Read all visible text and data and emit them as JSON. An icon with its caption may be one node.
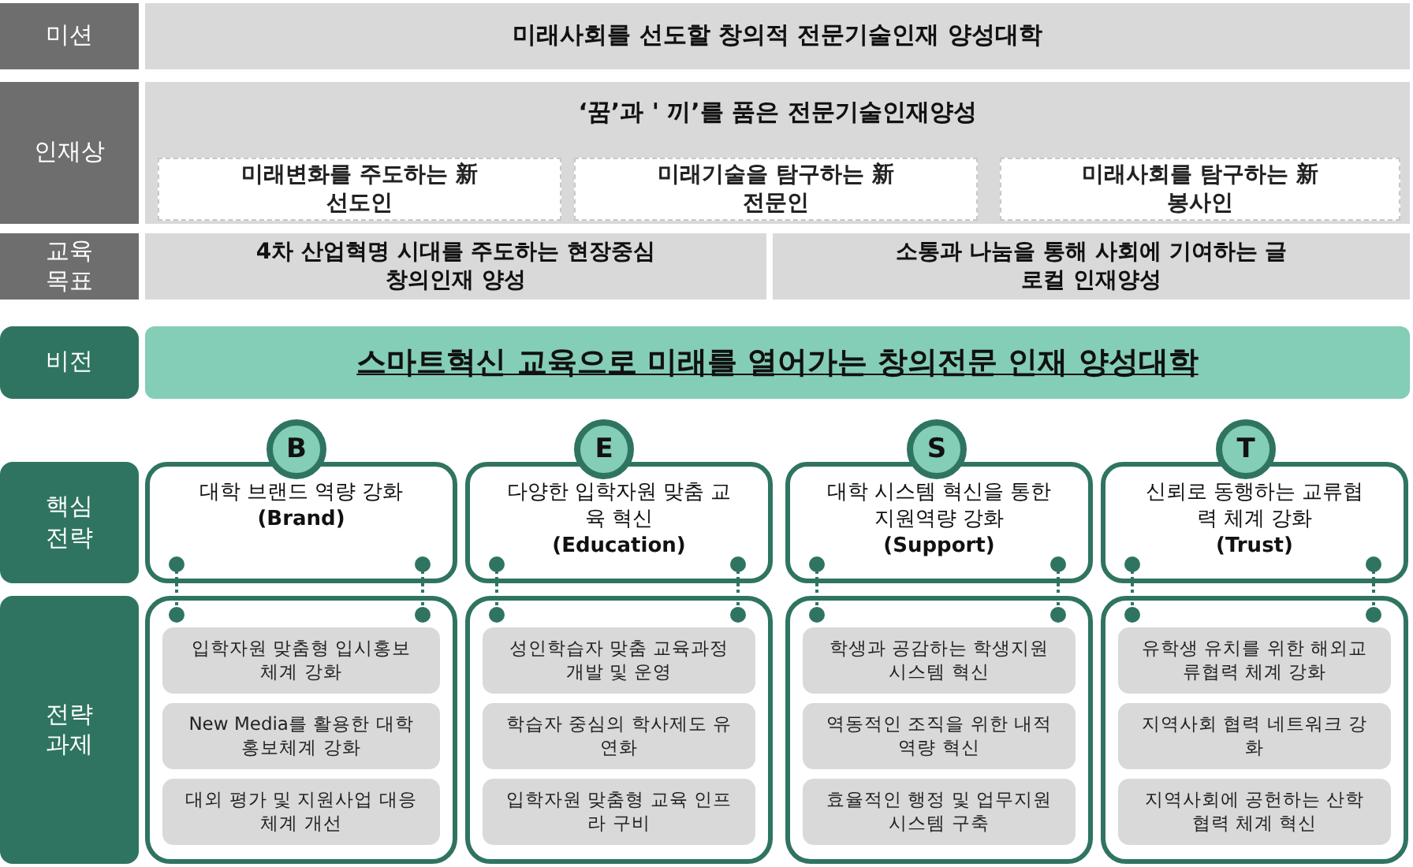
{
  "diagram": {
    "nodes": [
      {
        "text": [
          "미션"
        ]
      },
      {
        "text": [
          "미래사회를 선도할 창의적 전문기술인재 양성대학"
        ]
      },
      {
        "text": [
          "인재상"
        ]
      },
      {
        "text": [
          "‘꿈’과 ' 끼’를 품은 전문기술인재양성"
        ]
      },
      {
        "text": [
          "미래변화를 주도하는 新 선도인"
        ],
        "in": 3
      },
      {
        "text": [
          "미래기술을 탐구하는 新 전문인"
        ],
        "in": 3
      },
      {
        "text": [
          "미래사회를 탐구하는 新 봉사인"
        ],
        "in": 3
      },
      {
        "text": [
          "교육 목표"
        ]
      },
      {
        "text": [
          "4차 산업혁명 시대를 주도하는 현장중심 창의인재 양성"
        ]
      },
      {
        "text": [
          "소통과 나눔을 통해 사회에 기여하는 글로컬 인재양성"
        ]
      },
      {
        "text": [
          "비전"
        ]
      },
      {
        "text": [
          "스마트혁신 교육으로 미래를 열어가는 창의전문 인재 양성대학"
        ]
      },
      {
        "text": [
          "핵심 전략"
        ]
      },
      {
        "text": [
          "B"
        ]
      },
      {
        "text": [
          "대학 브랜드 역량 강화",
          "(Brand)"
        ]
      },
      {
        "text": [
          "E"
        ]
      },
      {
        "text": [
          "다양한 입학자원 맞춤 교육 혁신",
          "(Education)"
        ]
      },
      {
        "text": [
          "S"
        ]
      },
      {
        "text": [
          "대학 시스템 혁신을 통한 지원역량 강화",
          "(Support)"
        ]
      },
      {
        "text": [
          "T"
        ]
      },
      {
        "text": [
          "신뢰로 동행하는 교류협력 체계 강화",
          "(Trust)"
        ]
      },
      {
        "text": [
          "전략 과제"
        ]
      },
      {
        "text": [],
        "shape": "box"
      },
      {
        "text": [
          "입학자원 맞춤형 입시홍보 체계 강화"
        ],
        "in": 22
      },
      {
        "text": [
          "New Media를 활용한 대학 홍보체계 강화"
        ],
        "in": 22
      },
      {
        "text": [
          "대외 평가 및 지원사업 대응체계 개선"
        ],
        "in": 22
      },
      {
        "text": [],
        "shape": "box"
      },
      {
        "text": [
          "성인학습자 맞춤 교육과정 개발 및 운영"
        ],
        "in": 26
      },
      {
        "text": [
          "학습자 중심의 학사제도 유연화"
        ],
        "in": 26
      },
      {
        "text": [
          "입학자원 맞춤형 교육 인프라 구비"
        ],
        "in": 26
      },
      {
        "text": [],
        "shape": "box"
      },
      {
        "text": [
          "학생과 공감하는 학생지원 시스템 혁신"
        ],
        "in": 30
      },
      {
        "text": [
          "역동적인 조직을 위한 내적 역량 혁신"
        ],
        "in": 30
      },
      {
        "text": [
          "효율적인 행정 및 업무지원 시스템 구축"
        ],
        "in": 30
      },
      {
        "text": [],
        "shape": "box"
      },
      {
        "text": [
          "유학생 유치를 위한 해외교류협력 체계 강화"
        ],
        "in": 34
      },
      {
        "text": [
          "지역사회 협력 네트워크 강화"
        ],
        "in": 34
      },
      {
        "text": [
          "지역사회에 공헌하는 산학협력 체계 혁신"
        ],
        "in": 34
      }
    ],
    "edges": [
      {
        "from": 14,
        "to": 22,
        "arrow": "other",
        "style": "dashed"
      },
      {
        "from": 14,
        "to": 22,
        "arrow": "other",
        "style": "dashed"
      },
      {
        "from": 16,
        "to": 26,
        "arrow": "other",
        "style": "dashed"
      },
      {
        "from": 16,
        "to": 26,
        "arrow": "other",
        "style": "dashed"
      },
      {
        "from": 18,
        "to": 30,
        "arrow": "other",
        "style": "dashed"
      },
      {
        "from": 18,
        "to": 30,
        "arrow": "other",
        "style": "dashed"
      },
      {
        "from": 20,
        "to": 34,
        "arrow": "other",
        "style": "dashed"
      },
      {
        "from": 20,
        "to": 34,
        "arrow": "other",
        "style": "dashed"
      }
    ]
  }
}
